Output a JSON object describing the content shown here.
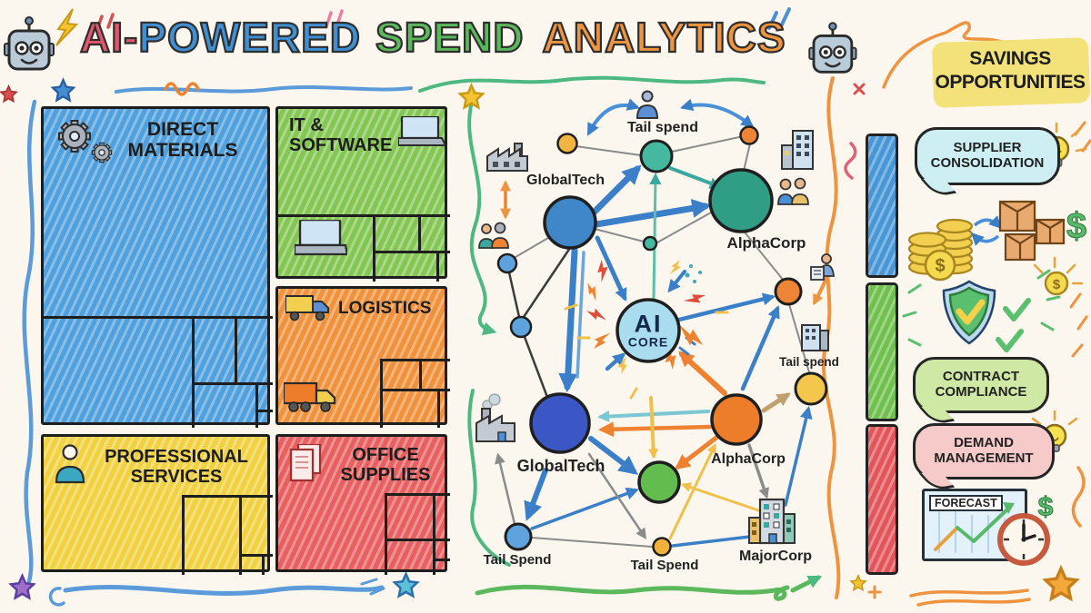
{
  "header": {
    "title_ai": "AI-",
    "title_powered": "POWERED",
    "title_spend": "SPEND",
    "title_analytics": "ANALYTICS",
    "colors": {
      "ai": "#e0566b",
      "powered": "#3f8fd2",
      "spend": "#5cb85c",
      "analytics": "#f0953f"
    }
  },
  "treemap": {
    "direct_materials": {
      "label": "DIRECT MATERIALS",
      "color": "#4fa0dc"
    },
    "it_software": {
      "label": "IT & SOFTWARE",
      "color": "#84c653"
    },
    "logistics": {
      "label": "LOGISTICS",
      "color": "#f0923c"
    },
    "professional_services": {
      "label": "PROFESSIONAL SERVICES",
      "color": "#f1d13f"
    },
    "office_supplies": {
      "label": "OFFICE SUPPLIES",
      "color": "#e85f60"
    }
  },
  "network": {
    "ai_core": {
      "line1": "AI",
      "line2": "CORE"
    },
    "tail_spend_top": "Tail spend",
    "globaltech_top": "GlobalTech",
    "alphacorp_top": "AlphaCorp",
    "tail_spend_right": "Tail spend",
    "globaltech_bottom": "GlobalTech",
    "alphacorp_bottom": "AlphaCorp",
    "tail_spend_bottom_left": "Tail Spend",
    "tail_spend_bottom_center": "Tail Spend",
    "majorcorp": "MajorCorp"
  },
  "sidebar": {
    "title_line1": "SAVINGS",
    "title_line2": "OPPORTUNITIES",
    "opportunities": [
      {
        "label": "SUPPLIER CONSOLIDATION",
        "bubble_color": "#cdeef2",
        "bar_color": "#4796d6"
      },
      {
        "label": "CONTRACT COMPLIANCE",
        "bubble_color": "#cfe9a4",
        "bar_color": "#6fc04d"
      },
      {
        "label": "DEMAND MANAGEMENT",
        "bubble_color": "#f7caca",
        "bar_color": "#e2555a"
      }
    ],
    "forecast_label": "FORECAST",
    "dollar_glyph": "$"
  },
  "palette": {
    "nodes": {
      "ai_core": "#aadcef",
      "globaltech_top": "#3f87c9",
      "alphacorp_top": "#2f9e85",
      "globaltech_bottom": "#3a57c5",
      "alphacorp_bottom": "#ee7d2a",
      "green_hub": "#62bd4e",
      "tail_spend_left": "#5ea3dd",
      "tail_spend_center": "#f0b23c",
      "tail_spend_right": "#f3c64d",
      "misc_yellow": "#f0b440",
      "misc_orange": "#ee8435",
      "misc_teal": "#45b8a0"
    }
  }
}
